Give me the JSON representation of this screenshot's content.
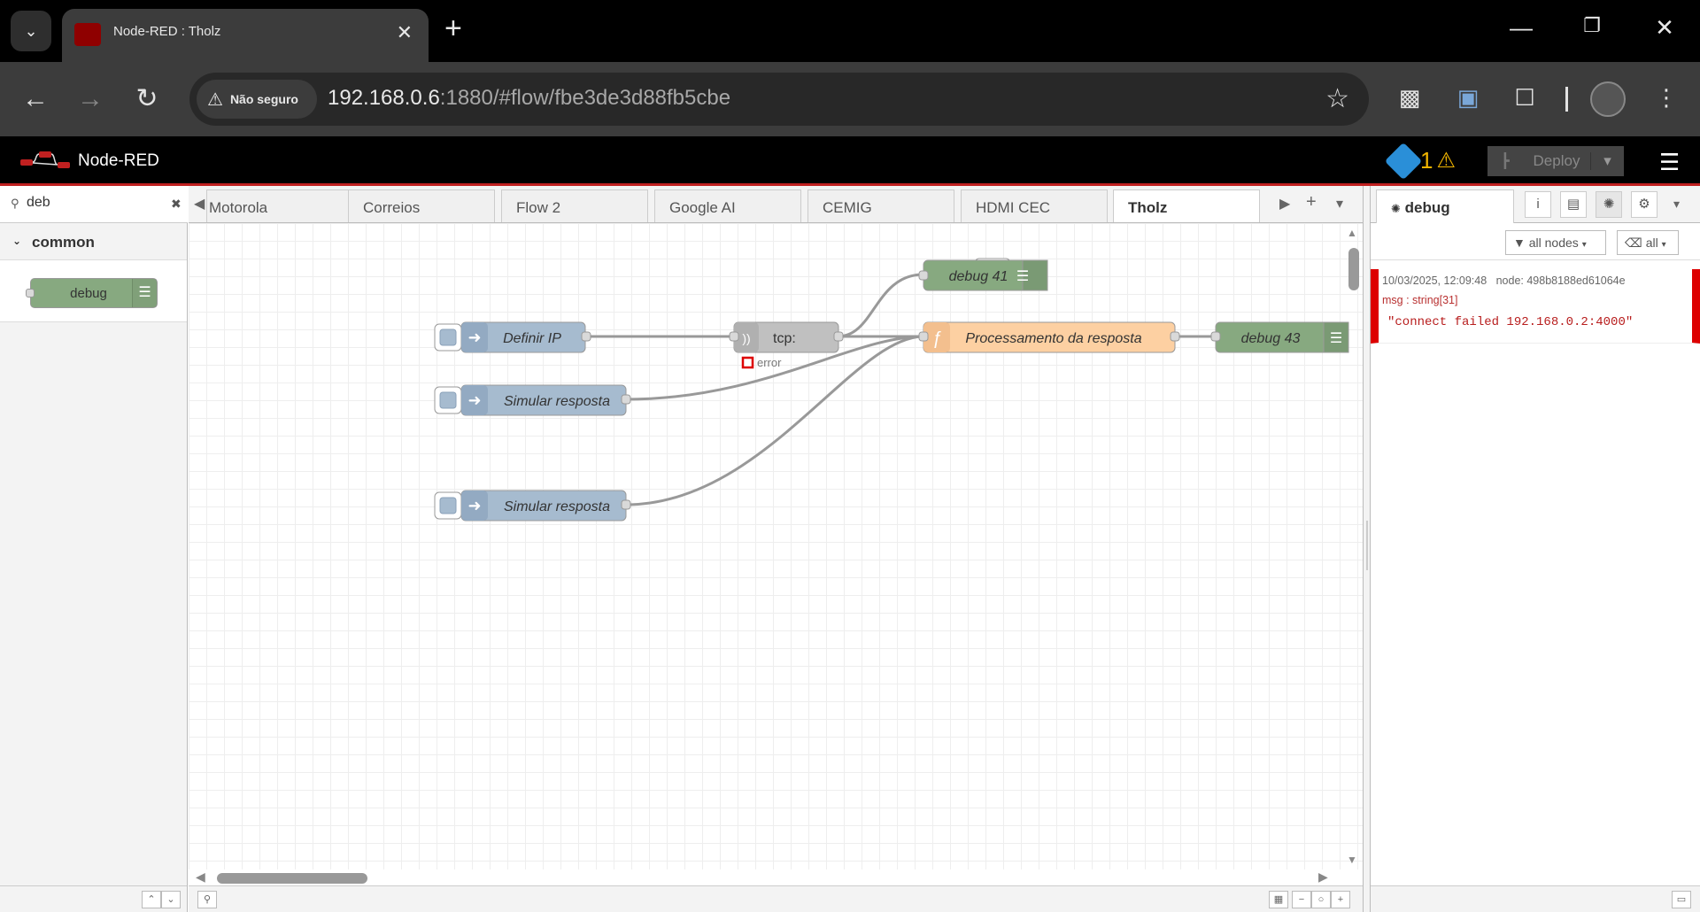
{
  "browser": {
    "tab_title": "Node-RED : Tholz",
    "security_label": "Não seguro",
    "url_host": "192.168.0.6",
    "url_rest": ":1880/#flow/fbe3de3d88fb5cbe"
  },
  "app": {
    "name": "Node-RED",
    "notification_count": "1",
    "deploy_label": "Deploy"
  },
  "palette": {
    "search_value": "deb",
    "category": "common",
    "nodes": [
      "debug"
    ]
  },
  "workspace": {
    "tabs": [
      "Motorola",
      "Correios",
      "Flow 2",
      "Google AI",
      "CEMIG",
      "HDMI CEC",
      "Tholz"
    ],
    "active_tab": "Tholz",
    "nodes": {
      "debug41": "debug 41",
      "definir_ip": "Definir IP",
      "tcp": "tcp:",
      "tcp_status": "error",
      "proc": "Processamento da resposta",
      "debug43": "debug 43",
      "sim1": "Simular resposta",
      "sim2": "Simular resposta"
    }
  },
  "sidebar": {
    "tab": "debug",
    "filter_nodes": "all nodes",
    "filter_clear": "all",
    "message": {
      "timestamp": "10/03/2025, 12:09:48",
      "node": "node: 498b8188ed61064e",
      "type": "msg : string[31]",
      "value": "\"connect failed 192.168.0.2:4000\""
    }
  },
  "colors": {
    "debug_node": "#87a980",
    "inject_node": "#a6bbcf",
    "function_node": "#fdd0a2",
    "tcp_node": "#c0c0c0",
    "error_red": "#d00000",
    "header_border": "#c02020"
  }
}
